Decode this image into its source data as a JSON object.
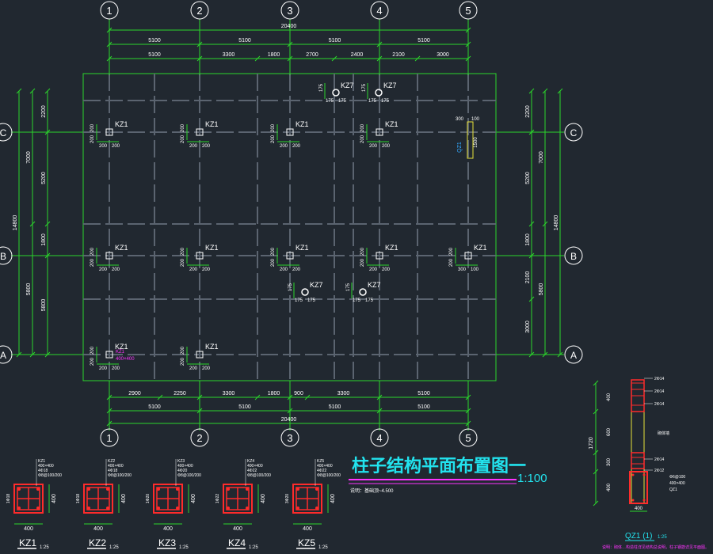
{
  "drawing": {
    "title": "柱子结构平面布置图一",
    "scale": "1:100",
    "note": "说明：基础顶~4.500",
    "colors": {
      "background": "#212830",
      "axis": "#2bd62b",
      "grid": "#5b6470",
      "text": "#ffffff",
      "title": "#22e3ee",
      "accent": "#ff33ff",
      "column_section": "#ff2b2b",
      "qz": "#e8e23a"
    }
  },
  "grid": {
    "columns": [
      "1",
      "2",
      "3",
      "4",
      "5"
    ],
    "rows": [
      "C",
      "B",
      "A"
    ]
  },
  "dimensions": {
    "top_total": "20400",
    "top_spans": [
      "5100",
      "5100",
      "5100",
      "5100"
    ],
    "top_detail": [
      "5100",
      "3300",
      "1800",
      "2700",
      "2400",
      "2100",
      "3000"
    ],
    "bottom_detail": [
      "2900",
      "2250",
      "3300",
      "1800",
      "900",
      "3300",
      "5100"
    ],
    "bottom_spans": [
      "5100",
      "5100",
      "5100",
      "5100"
    ],
    "bottom_total": "20400",
    "left_total": "14800",
    "left_spans": [
      "7000",
      "5800"
    ],
    "left_detail": [
      "2200",
      "5200",
      "1800",
      "5800"
    ],
    "right_total": "14800",
    "right_spans": [
      "7000",
      "5800"
    ],
    "right_detail": [
      "2200",
      "5200",
      "1800",
      "2100",
      "3000"
    ]
  },
  "columns": {
    "kz1_label": "KZ1",
    "kz7_label": "KZ7",
    "offsets": {
      "a": "200",
      "b": "200",
      "c": "300",
      "d": "100",
      "e": "175"
    },
    "magenta_note_1": "KZ1",
    "magenta_note_2": "400×400",
    "qz_label": "QZ1",
    "qz_dims": [
      "300",
      "100",
      "1500"
    ]
  },
  "sections": [
    {
      "name": "KZ1",
      "scale": "1:25",
      "width": "400",
      "height": "400",
      "rebar": "1Φ18",
      "notes": [
        "KZ1",
        "400×400",
        "4Φ18",
        "Φ8@100/200"
      ]
    },
    {
      "name": "KZ2",
      "scale": "1:25",
      "width": "400",
      "height": "400",
      "rebar": "1Φ18",
      "notes": [
        "KZ2",
        "400×400",
        "4Φ18",
        "Φ8@100/200"
      ]
    },
    {
      "name": "KZ3",
      "scale": "1:25",
      "width": "400",
      "height": "400",
      "rebar": "1Φ20",
      "notes": [
        "KZ3",
        "400×400",
        "4Φ20",
        "Φ8@100/200"
      ]
    },
    {
      "name": "KZ4",
      "scale": "1:25",
      "width": "400",
      "height": "400",
      "rebar": "1Φ22",
      "notes": [
        "KZ4",
        "400×400",
        "4Φ22",
        "Φ8@100/200"
      ]
    },
    {
      "name": "KZ5",
      "scale": "1:25",
      "width": "400",
      "height": "400",
      "rebar": "3Φ20",
      "notes": [
        "KZ5",
        "400×400",
        "4Φ22",
        "Φ8@100/200"
      ]
    }
  ],
  "qz_detail": {
    "name": "QZ1 (1)",
    "scale": "1:25",
    "height_total": "1720",
    "segments": [
      "400",
      "600",
      "300",
      "400"
    ],
    "width": "400",
    "rebar": [
      "2Φ14",
      "2Φ14",
      "2Φ14",
      "2Φ14",
      "2Φ12"
    ],
    "side_note": "砌体墙",
    "section_notes": [
      "Φ6@100",
      "400×400",
      "QZ1"
    ],
    "footnote": "说明：砌体…构造柱详见结构总说明，柱子钢筋详见平面图。"
  }
}
